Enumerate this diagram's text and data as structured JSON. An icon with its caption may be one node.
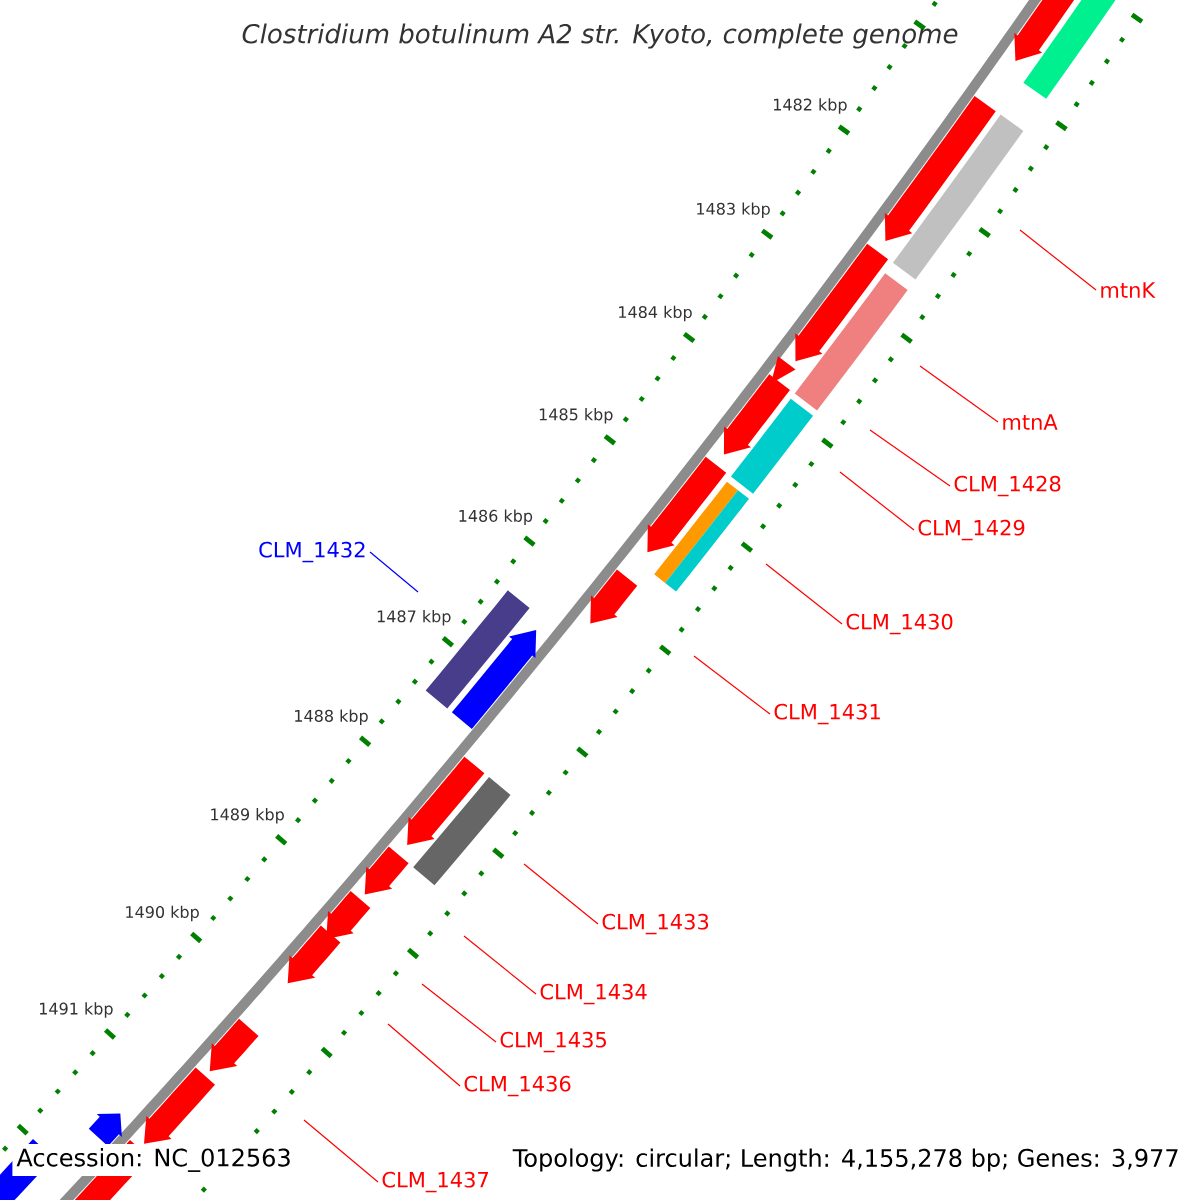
{
  "diagram": {
    "title": "Clostridium botulinum A2 str. Kyoto, complete genome",
    "nodes": [
      {
        "text": [
          "mtnK"
        ]
      },
      {
        "text": [
          "mtnA"
        ]
      },
      {
        "text": [
          "CLM_1428"
        ]
      },
      {
        "text": [
          "CLM_1429"
        ]
      },
      {
        "text": [
          "CLM_1430"
        ]
      },
      {
        "text": [
          "CLM_1431"
        ]
      },
      {
        "text": [
          "CLM_1432"
        ]
      },
      {
        "text": [
          "CLM_1433"
        ]
      },
      {
        "text": [
          "CLM_1434"
        ]
      },
      {
        "text": [
          "CLM_1435"
        ]
      },
      {
        "text": [
          "CLM_1436"
        ]
      },
      {
        "text": [
          "CLM_1437"
        ]
      }
    ],
    "edges": [
      {
        "from": 0,
        "to": null,
        "arrow": "none"
      },
      {
        "from": 1,
        "to": null,
        "arrow": "none"
      },
      {
        "from": 2,
        "to": null,
        "arrow": "none"
      },
      {
        "from": 3,
        "to": null,
        "arrow": "none"
      },
      {
        "from": 4,
        "to": null,
        "arrow": "none"
      },
      {
        "from": 5,
        "to": null,
        "arrow": "none"
      },
      {
        "from": 6,
        "to": null,
        "arrow": "none",
        "color": "#0000ff"
      },
      {
        "from": 7,
        "to": null,
        "arrow": "none"
      },
      {
        "from": 8,
        "to": null,
        "arrow": "none"
      },
      {
        "from": 9,
        "to": null,
        "arrow": "none"
      },
      {
        "from": 10,
        "to": null,
        "arrow": "none"
      },
      {
        "from": 11,
        "to": null,
        "arrow": "none"
      }
    ],
    "labels": [
      "1482 kbp",
      "1483 kbp",
      "1484 kbp",
      "1485 kbp",
      "1486 kbp",
      "1487 kbp",
      "1488 kbp",
      "1489 kbp",
      "1490 kbp",
      "1491 kbp",
      "Accession: NC_012563",
      "Topology: circular; Length: 4,155,278 bp; Genes: 3,977"
    ]
  }
}
